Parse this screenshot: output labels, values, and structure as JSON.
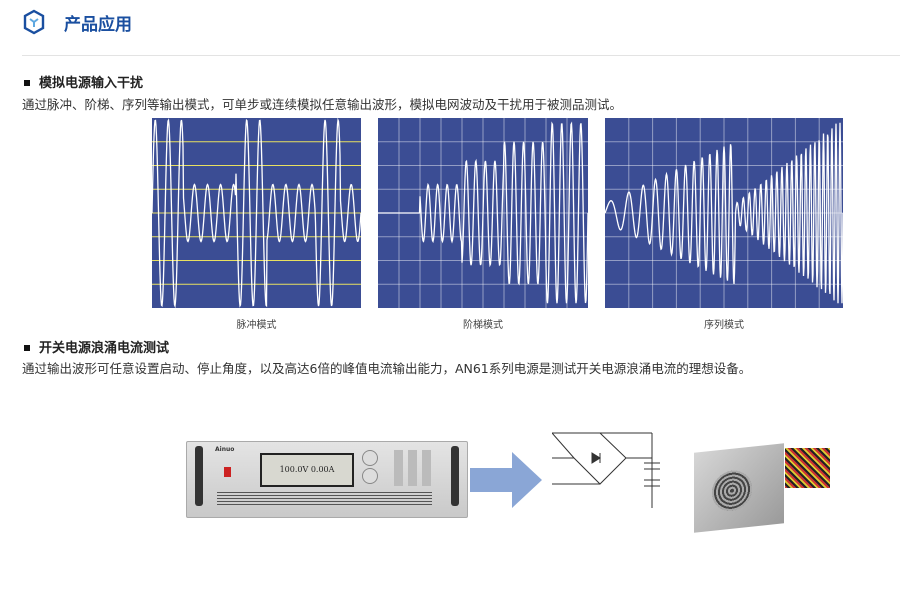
{
  "header": {
    "title": "产品应用",
    "icon": "cube-icon"
  },
  "section1": {
    "heading": "模拟电源输入干扰",
    "desc": "通过脉冲、阶梯、序列等输出模式，可单步或连续模拟任意输出波形，模拟电网波动及干扰用于被测品测试。",
    "modes": [
      {
        "caption": "脉冲模式"
      },
      {
        "caption": "阶梯模式"
      },
      {
        "caption": "序列模式"
      }
    ]
  },
  "section2": {
    "heading": "开关电源浪涌电流测试",
    "desc": "通过输出波形可任意设置启动、停止角度，以及高达6倍的峰值电流输出能力，AN61系列电源是测试开关电源浪涌电流的理想设备。",
    "device": {
      "brand": "Ainuo",
      "display": "100.0V  0.00A"
    }
  },
  "colors": {
    "accent": "#1a4fa0",
    "wave_bg": "#3b4d94",
    "arrow": "#8aa6d6"
  }
}
